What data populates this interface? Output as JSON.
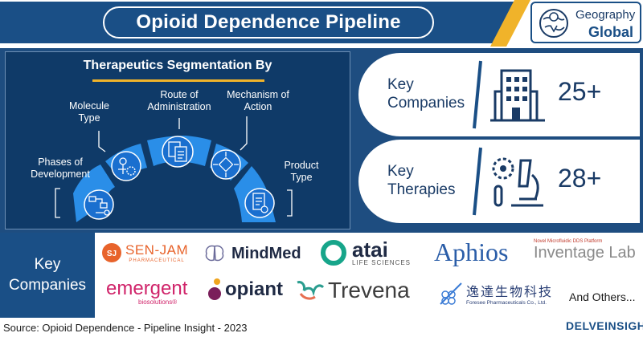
{
  "header": {
    "title": "Opioid Dependence Pipeline",
    "geography_label": "Geography",
    "geography_value": "Global"
  },
  "segmentation": {
    "title": "Therapeutics Segmentation By",
    "items": [
      {
        "label_line1": "Phases of",
        "label_line2": "Development",
        "icon": "pipeline-flow-icon"
      },
      {
        "label_line1": "Molecule",
        "label_line2": "Type",
        "icon": "molecule-gear-icon"
      },
      {
        "label_line1": "Route of",
        "label_line2": "Administration",
        "icon": "documents-icon"
      },
      {
        "label_line1": "Mechanism of",
        "label_line2": "Action",
        "icon": "mechanism-network-icon"
      },
      {
        "label_line1": "Product",
        "label_line2": "Type",
        "icon": "product-document-icon"
      }
    ]
  },
  "stats": [
    {
      "label_line1": "Key",
      "label_line2": "Companies",
      "value": "25+",
      "icon": "building-icon"
    },
    {
      "label_line1": "Key",
      "label_line2": "Therapies",
      "value": "28+",
      "icon": "microscope-icon"
    }
  ],
  "companies": {
    "heading_line1": "Key",
    "heading_line2": "Companies",
    "logos": [
      {
        "name": "SEN-JAM",
        "sub": "PHARMACEUTICAL",
        "mark": "SJ"
      },
      {
        "name": "MindMed"
      },
      {
        "name": "atai",
        "sub": "LIFE SCIENCES"
      },
      {
        "name": "Aphios"
      },
      {
        "name": "Inventage Lab",
        "sub": "Novel Microfluidic DDS Platform"
      },
      {
        "name": "emergent",
        "sub": "biosolutions®"
      },
      {
        "name": "opiant"
      },
      {
        "name": "Trevena"
      },
      {
        "name": "逸達生物科技",
        "sub": "Foresee Pharmaceuticals Co., Ltd."
      }
    ],
    "others": "And Others..."
  },
  "footer": {
    "source": "Source: Opioid Dependence - Pipeline Insight - 2023",
    "brand": "DELVEINSIGHT"
  },
  "colors": {
    "navy": "#1a4f86",
    "dark_navy": "#0f3a68",
    "accent_yellow": "#f0b32a",
    "icon_blue": "#2a8ee8"
  }
}
